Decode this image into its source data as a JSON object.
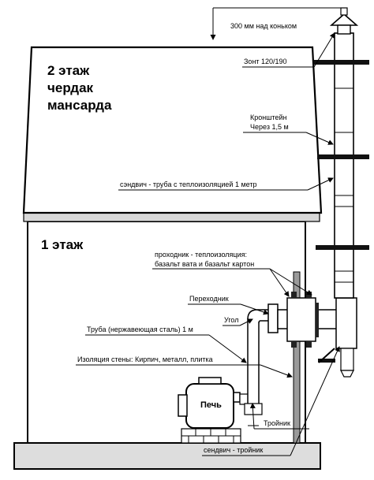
{
  "floors": {
    "second_line1": "2 этаж",
    "second_line2": "чердак",
    "second_line3": "мансарда",
    "first": "1 этаж"
  },
  "labels": {
    "above_ridge": "300 мм над коньком",
    "cap": "Зонт 120/190",
    "bracket_line1": "Кронштейн",
    "bracket_line2": "Через 1,5 м",
    "sandwich_insulated": "сэндвич - труба с теплоизоляцией 1 метр",
    "passthrough_line1": "проходник - теплоизоляция:",
    "passthrough_line2": "базальт вата и базальт картон",
    "adapter": "Переходник",
    "elbow": "Угол",
    "steel_pipe": "Труба (нержавеющая сталь) 1 м",
    "wall_insulation": "Изоляция стены: Кирпич, металл, плитка",
    "stove": "Печь",
    "tee": "Тройник",
    "sandwich_tee": "сендвич - тройник"
  }
}
